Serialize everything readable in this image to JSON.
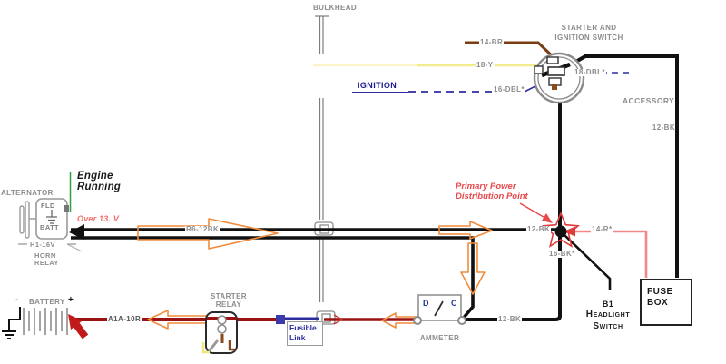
{
  "bulkhead": {
    "label": "BULKHEAD"
  },
  "ignition_switch": {
    "title_line1": "STARTER AND",
    "title_line2": "IGNITION SWITCH",
    "wire_14br": "14-BR",
    "wire_18y": "18-Y",
    "wire_18dbl": "18-DBL*",
    "wire_16dbl": "16-DBL*",
    "ignition_label": "IGNITION"
  },
  "accessory": {
    "label": "ACCESSORY",
    "wire_12bk": "12-BK"
  },
  "alternator": {
    "label": "ALTERNATOR",
    "fld": "FLD",
    "batt": "BATT",
    "h1_16v": "H1-16V",
    "horn_line1": "HORN",
    "horn_line2": "RELAY",
    "engine_line1": "Engine",
    "engine_line2": "Running",
    "over_13v": "Over 13. V",
    "wire_r6_12bk": "R6-12BK"
  },
  "distribution": {
    "annotation_line1": "Primary Power",
    "annotation_line2": "Distribution Point",
    "wire_12bk": "12-BK",
    "wire_14r": "14-R*",
    "wire_16bk": "16-BK*"
  },
  "headlight_switch": {
    "b1": "B1",
    "line1": "Headlight",
    "line2": "Switch"
  },
  "fuse_box": {
    "line1": "FUSE",
    "line2": "BOX"
  },
  "battery": {
    "minus": "-",
    "label": "BATTERY",
    "plus": "+",
    "wire_a1a_10r": "A1A-10R"
  },
  "starter_relay": {
    "line1": "STARTER",
    "line2": "RELAY"
  },
  "fusible_link": {
    "line1": "Fusible",
    "line2": "Link"
  },
  "ammeter": {
    "label": "AMMETER",
    "d": "D",
    "c": "C",
    "wire_12bk": "12-BK"
  },
  "colors": {
    "wire_black": "#111111",
    "wire_dark_red": "#9a1212",
    "wire_salmon": "#f08a8a",
    "wire_blue": "#2d2da0",
    "wire_yellow": "#f3ec8f",
    "wire_brown": "#7a3c12",
    "arrow_orange": "#f08c3c",
    "annotation_red": "#e8474a",
    "label_gray": "#8c8c8c"
  }
}
